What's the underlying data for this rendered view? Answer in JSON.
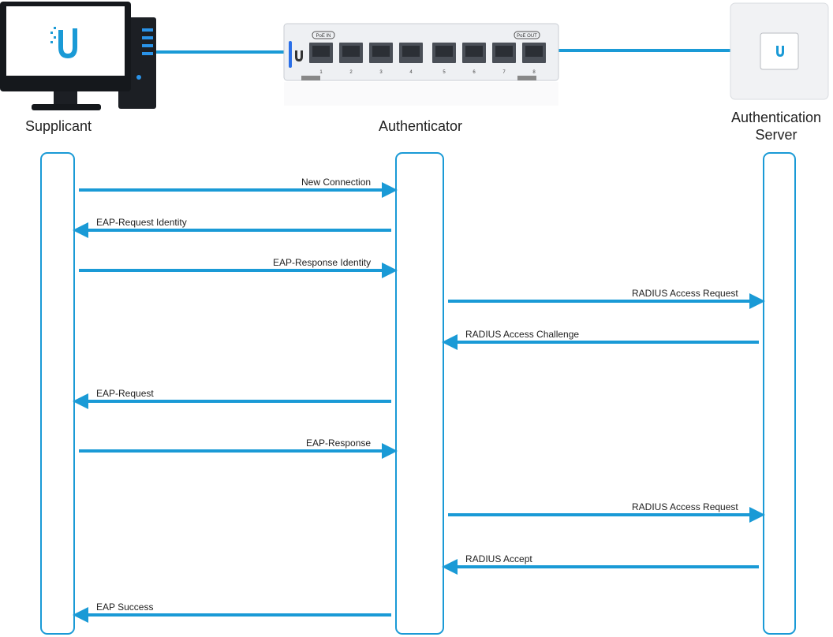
{
  "participants": [
    {
      "id": "supplicant",
      "label": "Supplicant",
      "icon": "desktop-computer-icon"
    },
    {
      "id": "authenticator",
      "label": "Authenticator",
      "icon": "network-switch-icon"
    },
    {
      "id": "server",
      "label": "Authentication Server",
      "label_lines": [
        "Authentication",
        "Server"
      ],
      "icon": "wall-access-point-icon"
    }
  ],
  "switch": {
    "port_labels": [
      "1",
      "2",
      "3",
      "4",
      "5",
      "6",
      "7",
      "8"
    ],
    "poe_in_label": "PoE IN",
    "poe_out_label": "PoE OUT"
  },
  "messages": [
    {
      "label": "New Connection",
      "from": "supplicant",
      "to": "authenticator"
    },
    {
      "label": "EAP-Request Identity",
      "from": "authenticator",
      "to": "supplicant"
    },
    {
      "label": "EAP-Response Identity",
      "from": "supplicant",
      "to": "authenticator"
    },
    {
      "label": "RADIUS Access Request",
      "from": "authenticator",
      "to": "server"
    },
    {
      "label": "RADIUS Access Challenge",
      "from": "server",
      "to": "authenticator"
    },
    {
      "label": "EAP-Request",
      "from": "authenticator",
      "to": "supplicant"
    },
    {
      "label": "EAP-Response",
      "from": "supplicant",
      "to": "authenticator"
    },
    {
      "label": "RADIUS Access Request",
      "from": "authenticator",
      "to": "server"
    },
    {
      "label": "RADIUS Accept",
      "from": "server",
      "to": "authenticator"
    },
    {
      "label": "EAP Success",
      "from": "authenticator",
      "to": "supplicant"
    }
  ],
  "colors": {
    "accent": "#1a9ad6",
    "lifeline_border": "#1a9ad6",
    "text": "#222222"
  }
}
